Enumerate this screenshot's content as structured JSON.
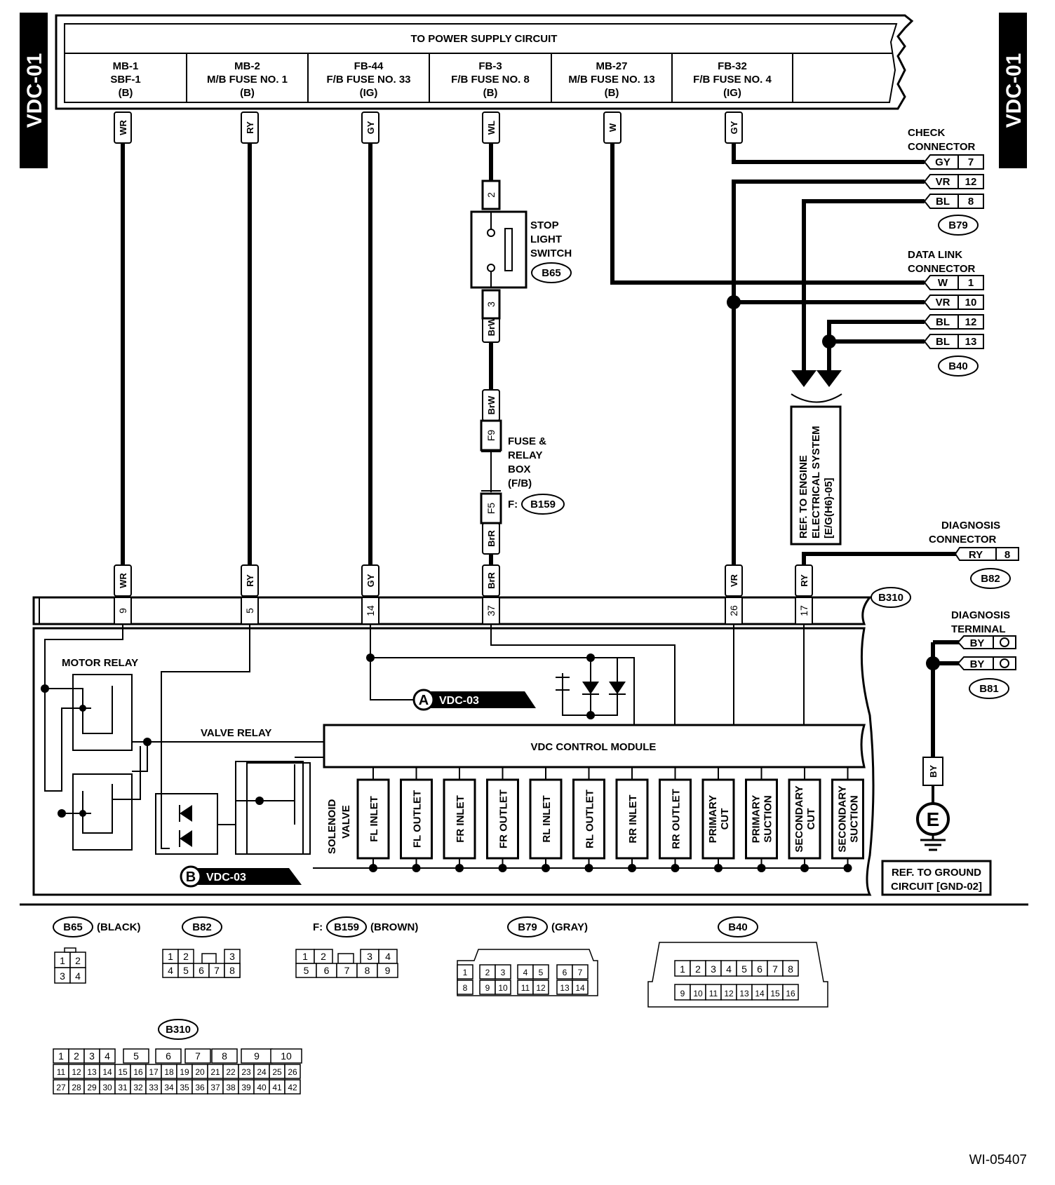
{
  "side_tab": "VDC-01",
  "supply_title": "TO POWER SUPPLY CIRCUIT",
  "fuses": [
    {
      "id": "MB-1",
      "name": "SBF-1",
      "type": "(B)"
    },
    {
      "id": "MB-2",
      "name": "M/B FUSE NO. 1",
      "type": "(B)"
    },
    {
      "id": "FB-44",
      "name": "F/B FUSE NO. 33",
      "type": "(IG)"
    },
    {
      "id": "FB-3",
      "name": "F/B FUSE NO. 8",
      "type": "(B)"
    },
    {
      "id": "MB-27",
      "name": "M/B FUSE NO. 13",
      "type": "(B)"
    },
    {
      "id": "FB-32",
      "name": "F/B FUSE NO. 4",
      "type": "(IG)"
    }
  ],
  "wire_colors_top": [
    "WR",
    "RY",
    "GY",
    "WL",
    "W",
    "GY"
  ],
  "wire_colors_bottom": [
    "WR",
    "RY",
    "GY",
    "BrR",
    "VR",
    "RY"
  ],
  "b310_pins": [
    "9",
    "5",
    "14",
    "37",
    "26",
    "17"
  ],
  "stop_light_switch": {
    "label_lines": [
      "STOP",
      "LIGHT",
      "SWITCH"
    ],
    "connector": "B65",
    "pin_top": "2",
    "pin_bottom": "3",
    "wire": "BrW"
  },
  "fuse_relay_box": {
    "label_lines": [
      "FUSE &",
      "RELAY",
      "BOX",
      "(F/B)"
    ],
    "prefix": "F:",
    "connector": "B159",
    "pin_top": "F9",
    "pin_bottom": "F5",
    "wire_top": "BrW",
    "wire_bottom": "BrR"
  },
  "check_connector": {
    "label_lines": [
      "CHECK",
      "CONNECTOR"
    ],
    "connector": "B79",
    "pins": [
      {
        "color": "GY",
        "num": "7"
      },
      {
        "color": "VR",
        "num": "12"
      },
      {
        "color": "BL",
        "num": "8"
      }
    ]
  },
  "data_link_connector": {
    "label_lines": [
      "DATA LINK",
      "CONNECTOR"
    ],
    "connector": "B40",
    "pins": [
      {
        "color": "W",
        "num": "1"
      },
      {
        "color": "VR",
        "num": "10"
      },
      {
        "color": "BL",
        "num": "12"
      },
      {
        "color": "BL",
        "num": "13"
      }
    ]
  },
  "engine_ref": [
    "REF. TO ENGINE",
    "ELECTRICAL SYSTEM",
    "[E/G(H6)-05]"
  ],
  "diagnosis_connector": {
    "label_lines": [
      "DIAGNOSIS",
      "CONNECTOR"
    ],
    "connector": "B82",
    "pin": {
      "color": "RY",
      "num": "8"
    }
  },
  "diagnosis_terminal": {
    "label_lines": [
      "DIAGNOSIS",
      "TERMINAL"
    ],
    "connector": "B81",
    "pins": [
      "BY",
      "BY"
    ],
    "wire": "BY"
  },
  "ground": {
    "symbol": "E",
    "ref_lines": [
      "REF. TO GROUND",
      "CIRCUIT [GND-02]"
    ]
  },
  "module_connector": "B310",
  "motor_relay": "MOTOR RELAY",
  "valve_relay": "VALVE RELAY",
  "control_module": "VDC CONTROL MODULE",
  "solenoid_label": [
    "SOLENOID",
    "VALVE"
  ],
  "solenoids": [
    [
      "FL INLET"
    ],
    [
      "FL OUTLET"
    ],
    [
      "FR INLET"
    ],
    [
      "FR OUTLET"
    ],
    [
      "RL INLET"
    ],
    [
      "RL OUTLET"
    ],
    [
      "RR INLET"
    ],
    [
      "RR OUTLET"
    ],
    [
      "PRIMARY",
      "CUT"
    ],
    [
      "PRIMARY",
      "SUCTION"
    ],
    [
      "SECONDARY",
      "CUT"
    ],
    [
      "SECONDARY",
      "SUCTION"
    ]
  ],
  "ref_a": {
    "letter": "A",
    "text": "VDC-03"
  },
  "ref_b": {
    "letter": "B",
    "text": "VDC-03"
  },
  "connector_views": {
    "b65": {
      "id": "B65",
      "color": "(BLACK)"
    },
    "b82": {
      "id": "B82"
    },
    "b159": {
      "prefix": "F:",
      "id": "B159",
      "color": "(BROWN)"
    },
    "b79": {
      "id": "B79",
      "color": "(GRAY)"
    },
    "b40": {
      "id": "B40"
    },
    "b310": {
      "id": "B310"
    }
  },
  "figure_id": "WI-05407"
}
